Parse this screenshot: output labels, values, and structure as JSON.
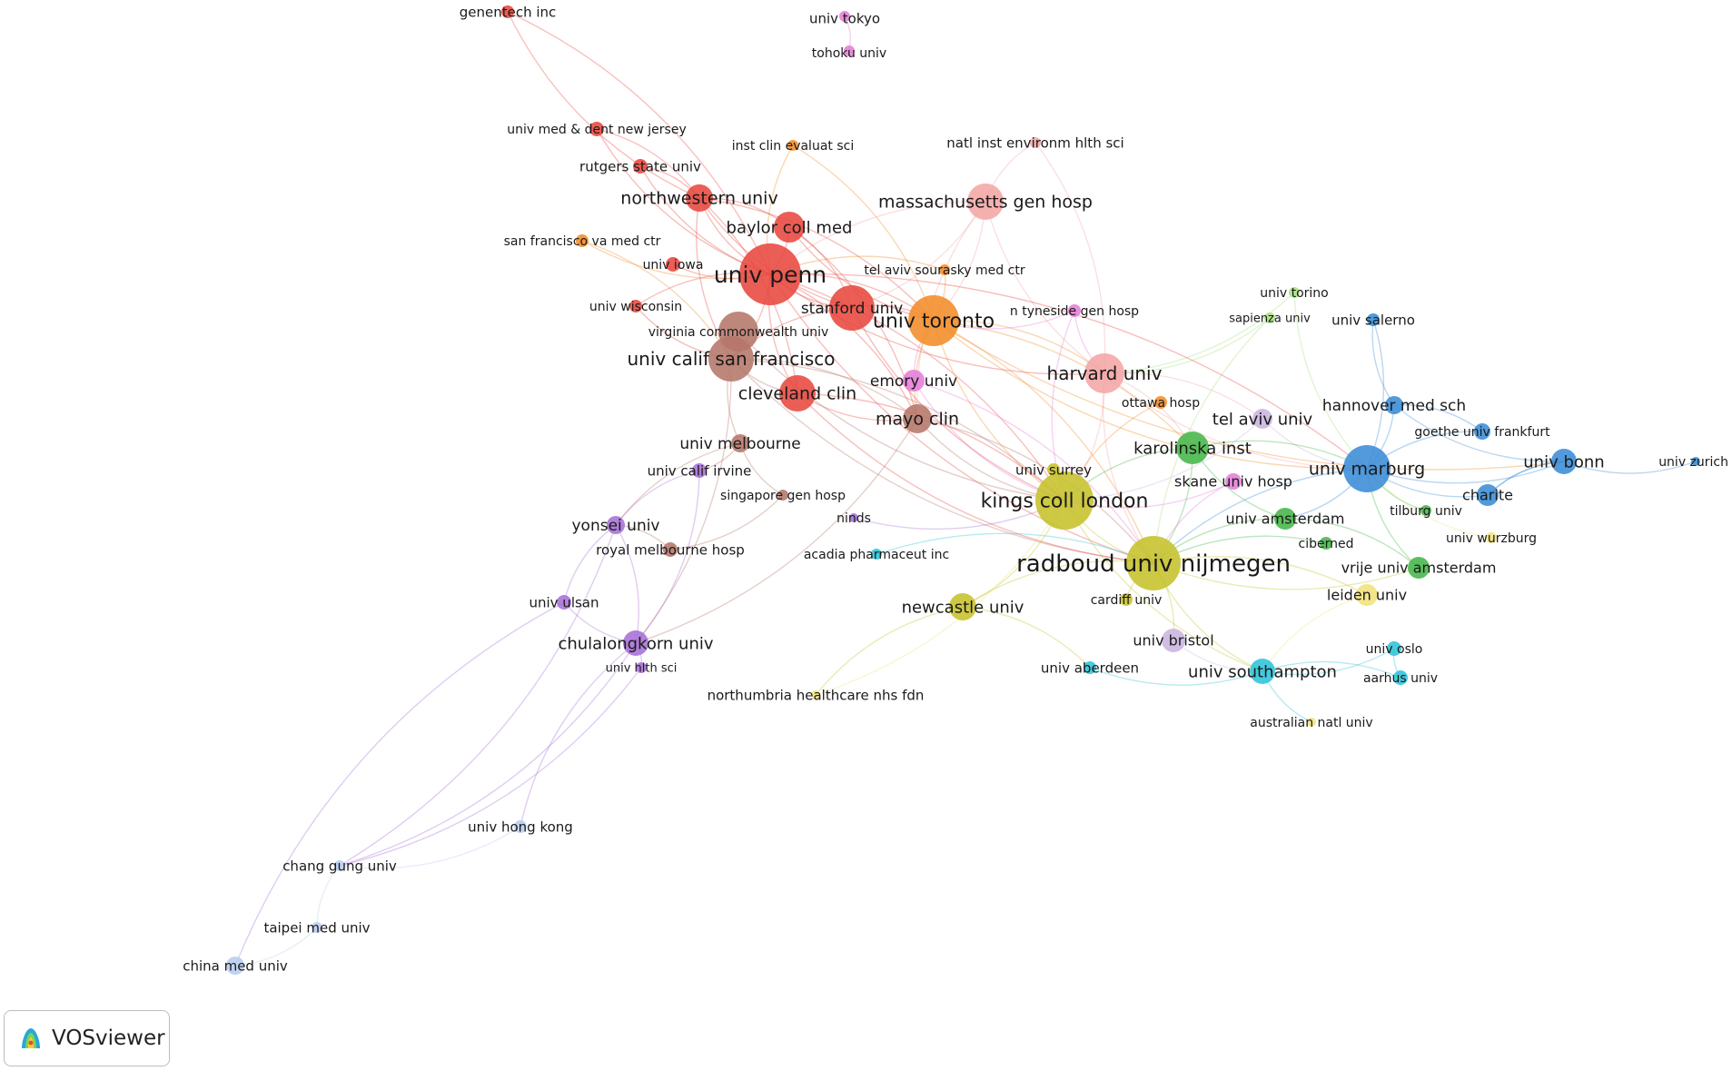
{
  "app": {
    "name": "VOSviewer",
    "logo_icon": "vosviewer-logo-icon"
  },
  "clusters": {
    "red": "#e8483f",
    "orange": "#f28c28",
    "pink": "#f4a5a5",
    "olive": "#c6c22b",
    "blue": "#3a8cd6",
    "green": "#45b649",
    "purple": "#a66fd6",
    "brown": "#b5766a",
    "cyan": "#2cc4d8",
    "lightgreen": "#a6e07f",
    "magenta": "#e57dd8",
    "lavender": "#c9b4df",
    "paleblue": "#b7cdef",
    "yellow": "#f1e37a"
  },
  "nodes": [
    {
      "label": "genentech inc",
      "cluster": "red"
    },
    {
      "label": "univ tokyo",
      "cluster": "magenta"
    },
    {
      "label": "tohoku univ",
      "cluster": "magenta"
    },
    {
      "label": "univ med & dent new jersey",
      "cluster": "red"
    },
    {
      "label": "inst clin evaluat sci",
      "cluster": "orange"
    },
    {
      "label": "natl inst environm hlth sci",
      "cluster": "pink"
    },
    {
      "label": "rutgers state univ",
      "cluster": "red"
    },
    {
      "label": "northwestern univ",
      "cluster": "red"
    },
    {
      "label": "massachusetts gen hosp",
      "cluster": "pink"
    },
    {
      "label": "baylor coll med",
      "cluster": "red"
    },
    {
      "label": "san francisco va med ctr",
      "cluster": "orange"
    },
    {
      "label": "univ iowa",
      "cluster": "red"
    },
    {
      "label": "univ penn",
      "cluster": "red"
    },
    {
      "label": "tel aviv sourasky med ctr",
      "cluster": "orange"
    },
    {
      "label": "univ wisconsin",
      "cluster": "red"
    },
    {
      "label": "stanford univ",
      "cluster": "red"
    },
    {
      "label": "univ toronto",
      "cluster": "orange"
    },
    {
      "label": "n tyneside gen hosp",
      "cluster": "magenta"
    },
    {
      "label": "univ torino",
      "cluster": "lightgreen"
    },
    {
      "label": "sapienza univ",
      "cluster": "lightgreen"
    },
    {
      "label": "univ salerno",
      "cluster": "blue"
    },
    {
      "label": "virginia commonwealth univ",
      "cluster": "brown"
    },
    {
      "label": "univ calif san francisco",
      "cluster": "brown"
    },
    {
      "label": "harvard univ",
      "cluster": "pink"
    },
    {
      "label": "emory univ",
      "cluster": "magenta"
    },
    {
      "label": "cleveland clin",
      "cluster": "red"
    },
    {
      "label": "ottawa hosp",
      "cluster": "orange"
    },
    {
      "label": "hannover med sch",
      "cluster": "blue"
    },
    {
      "label": "mayo clin",
      "cluster": "brown"
    },
    {
      "label": "tel aviv univ",
      "cluster": "lavender"
    },
    {
      "label": "goethe univ frankfurt",
      "cluster": "blue"
    },
    {
      "label": "univ melbourne",
      "cluster": "brown"
    },
    {
      "label": "karolinska inst",
      "cluster": "green"
    },
    {
      "label": "univ bonn",
      "cluster": "blue"
    },
    {
      "label": "univ zurich",
      "cluster": "blue"
    },
    {
      "label": "univ calif irvine",
      "cluster": "purple"
    },
    {
      "label": "univ surrey",
      "cluster": "olive"
    },
    {
      "label": "univ marburg",
      "cluster": "blue"
    },
    {
      "label": "skane univ hosp",
      "cluster": "magenta"
    },
    {
      "label": "singapore gen hosp",
      "cluster": "brown"
    },
    {
      "label": "kings coll london",
      "cluster": "olive"
    },
    {
      "label": "charite",
      "cluster": "blue"
    },
    {
      "label": "ninds",
      "cluster": "purple"
    },
    {
      "label": "tilburg univ",
      "cluster": "green"
    },
    {
      "label": "yonsei univ",
      "cluster": "purple"
    },
    {
      "label": "univ amsterdam",
      "cluster": "green"
    },
    {
      "label": "ciberned",
      "cluster": "green"
    },
    {
      "label": "univ wurzburg",
      "cluster": "yellow"
    },
    {
      "label": "royal melbourne hosp",
      "cluster": "brown"
    },
    {
      "label": "acadia pharmaceut inc",
      "cluster": "cyan"
    },
    {
      "label": "radboud univ nijmegen",
      "cluster": "olive"
    },
    {
      "label": "vrije univ amsterdam",
      "cluster": "green"
    },
    {
      "label": "univ ulsan",
      "cluster": "purple"
    },
    {
      "label": "cardiff univ",
      "cluster": "olive"
    },
    {
      "label": "leiden univ",
      "cluster": "yellow"
    },
    {
      "label": "newcastle univ",
      "cluster": "olive"
    },
    {
      "label": "chulalongkorn univ",
      "cluster": "purple"
    },
    {
      "label": "univ bristol",
      "cluster": "lavender"
    },
    {
      "label": "univ oslo",
      "cluster": "cyan"
    },
    {
      "label": "univ hlth sci",
      "cluster": "purple"
    },
    {
      "label": "univ aberdeen",
      "cluster": "cyan"
    },
    {
      "label": "univ southampton",
      "cluster": "cyan"
    },
    {
      "label": "aarhus univ",
      "cluster": "cyan"
    },
    {
      "label": "northumbria healthcare nhs fdn",
      "cluster": "yellow"
    },
    {
      "label": "australian natl univ",
      "cluster": "yellow"
    },
    {
      "label": "univ hong kong",
      "cluster": "paleblue"
    },
    {
      "label": "chang gung univ",
      "cluster": "paleblue"
    },
    {
      "label": "taipei med univ",
      "cluster": "paleblue"
    },
    {
      "label": "china med univ",
      "cluster": "paleblue"
    }
  ]
}
